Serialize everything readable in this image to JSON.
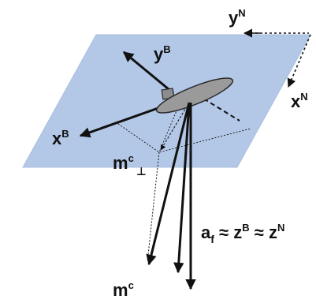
{
  "colors": {
    "plane_fill": "#b3c7e6",
    "plane_stroke": "#a9bfe0",
    "vehicle_body": "#9a9a9a",
    "vehicle_dark": "#2a2a2a",
    "arrow": "#111111"
  },
  "icons": {
    "vehicle": "aircraft-ellipse-icon"
  },
  "labels": {
    "yN": {
      "base": "y",
      "sup": "N"
    },
    "xN": {
      "base": "x",
      "sup": "N"
    },
    "yB": {
      "base": "y",
      "sup": "B"
    },
    "xB": {
      "base": "x",
      "sup": "B"
    },
    "mc_perp": {
      "base": "m",
      "sup": "c",
      "sub": "⊥"
    },
    "mc": {
      "base": "m",
      "sup": "c"
    },
    "af": {
      "base": "a",
      "sub": "f",
      "approx1": " ≈ ",
      "zB": "z",
      "zB_sup": "B",
      "approx2": " ≈ ",
      "zN": "z",
      "zN_sup": "N"
    }
  }
}
